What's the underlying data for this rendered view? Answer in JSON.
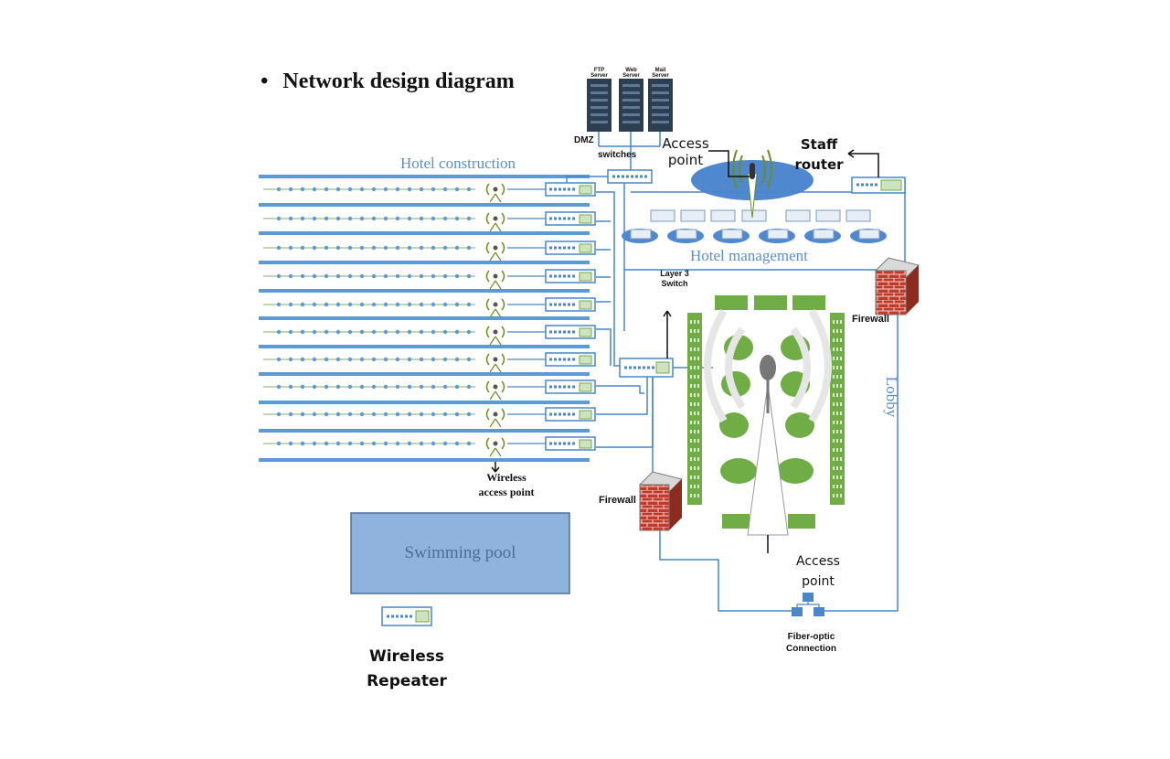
{
  "title": "Network design diagram",
  "servers": {
    "ftp": "FTP Server",
    "web": "Web Server",
    "mail": "Mail Server"
  },
  "labels": {
    "dmz": "DMZ",
    "switches": "switches",
    "access_point_top": "Access point",
    "staff_router": "Staff router",
    "hotel_construction": "Hotel construction",
    "hotel_management": "Hotel management",
    "layer3_switch": "Layer 3 Switch",
    "firewall_right": "Firewall",
    "firewall_left": "Firewall",
    "lobby": "Lobby",
    "wireless_access_point": "Wireless access point",
    "swimming_pool": "Swimming pool",
    "access_point_lobby": "Access point",
    "fiber_optic": "Fiber-optic Connection",
    "wireless_repeater": "Wireless Repeater"
  },
  "colors": {
    "floor_line": "#5b9bd5",
    "link_line": "#4a86c8",
    "pool_fill": "#8fb3dc",
    "ellipse": "#4f88cf",
    "green_furniture": "#70ad47",
    "firewall_brick": "#c0392b",
    "server_dark": "#2d3e50"
  }
}
